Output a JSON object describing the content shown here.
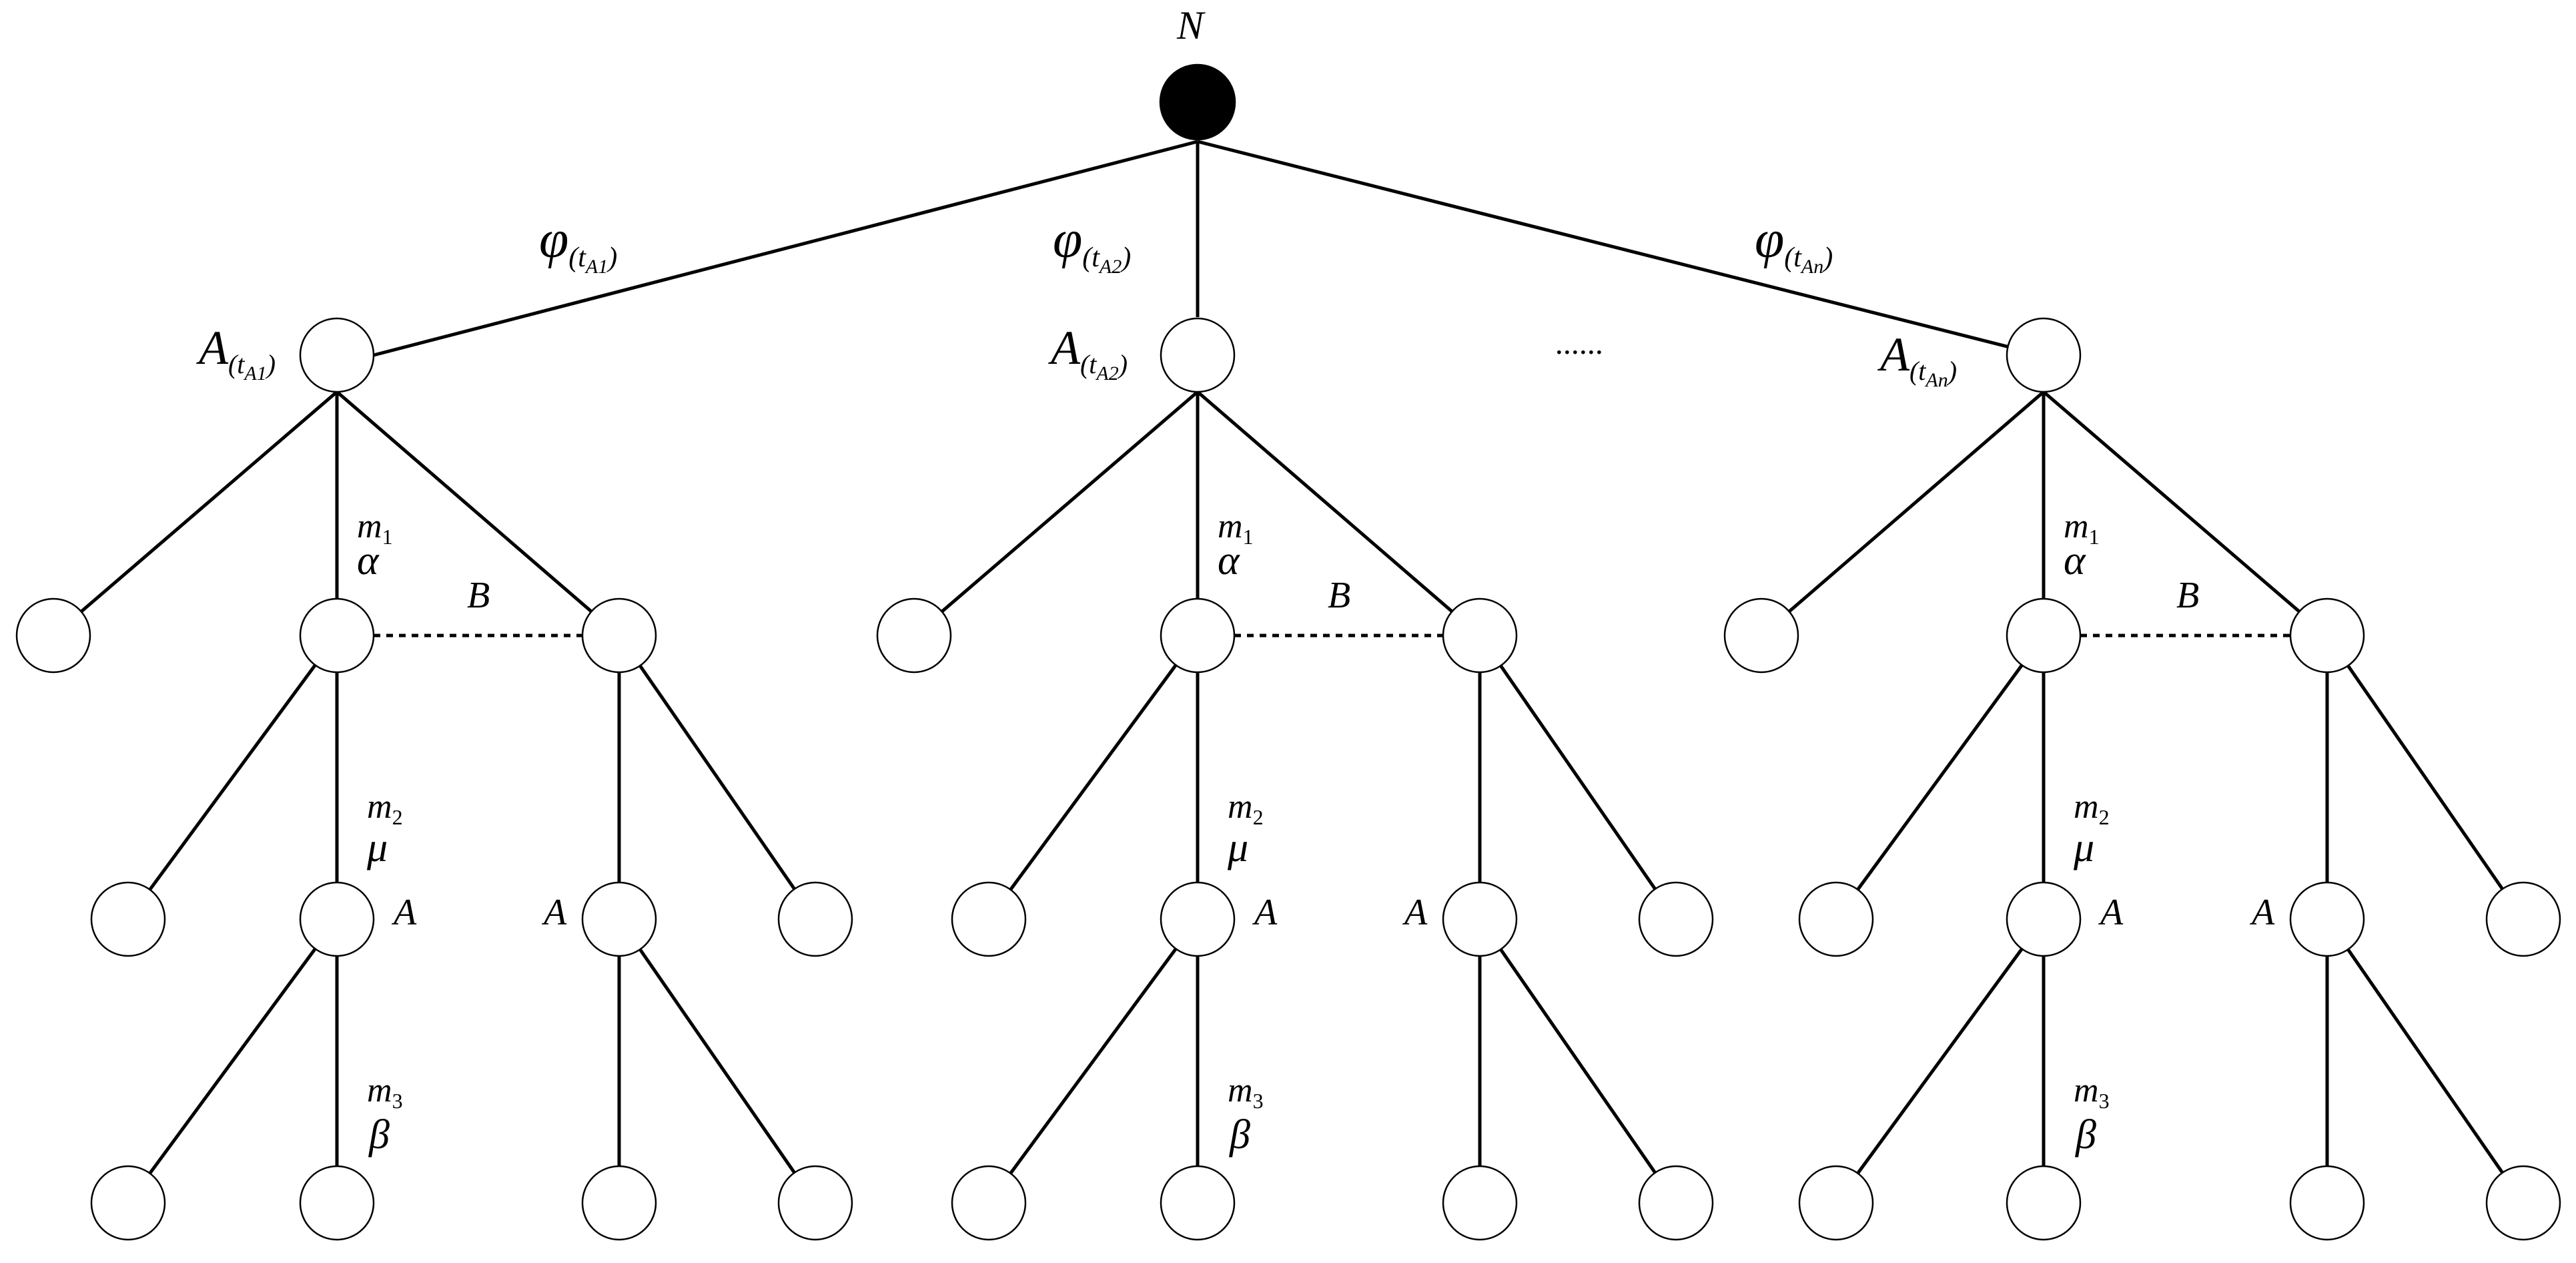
{
  "root": {
    "label": "N"
  },
  "ellipsis": "......",
  "branches": [
    {
      "move_symbol": "φ",
      "move_sub_prefix": "(t",
      "move_sub_index": "A1",
      "move_sub_suffix": ")",
      "node_symbol": "A",
      "node_sub_prefix": "(t",
      "node_sub_index": "A1",
      "node_sub_suffix": ")",
      "m1": "m",
      "m1_index": "1",
      "alpha": "α",
      "info_set": "B",
      "m2": "m",
      "m2_index": "2",
      "mu": "μ",
      "node_A_left": "A",
      "node_A_right": "A",
      "m3": "m",
      "m3_index": "3",
      "beta": "β"
    },
    {
      "move_symbol": "φ",
      "move_sub_prefix": "(t",
      "move_sub_index": "A2",
      "move_sub_suffix": ")",
      "node_symbol": "A",
      "node_sub_prefix": "(t",
      "node_sub_index": "A2",
      "node_sub_suffix": ")",
      "m1": "m",
      "m1_index": "1",
      "alpha": "α",
      "info_set": "B",
      "m2": "m",
      "m2_index": "2",
      "mu": "μ",
      "node_A_left": "A",
      "node_A_right": "A",
      "m3": "m",
      "m3_index": "3",
      "beta": "β"
    },
    {
      "move_symbol": "φ",
      "move_sub_prefix": "(t",
      "move_sub_index": "An",
      "move_sub_suffix": ")",
      "node_symbol": "A",
      "node_sub_prefix": "(t",
      "node_sub_index": "An",
      "node_sub_suffix": ")",
      "m1": "m",
      "m1_index": "1",
      "alpha": "α",
      "info_set": "B",
      "m2": "m",
      "m2_index": "2",
      "mu": "μ",
      "node_A_left": "A",
      "node_A_right": "A",
      "m3": "m",
      "m3_index": "3",
      "beta": "β"
    }
  ]
}
